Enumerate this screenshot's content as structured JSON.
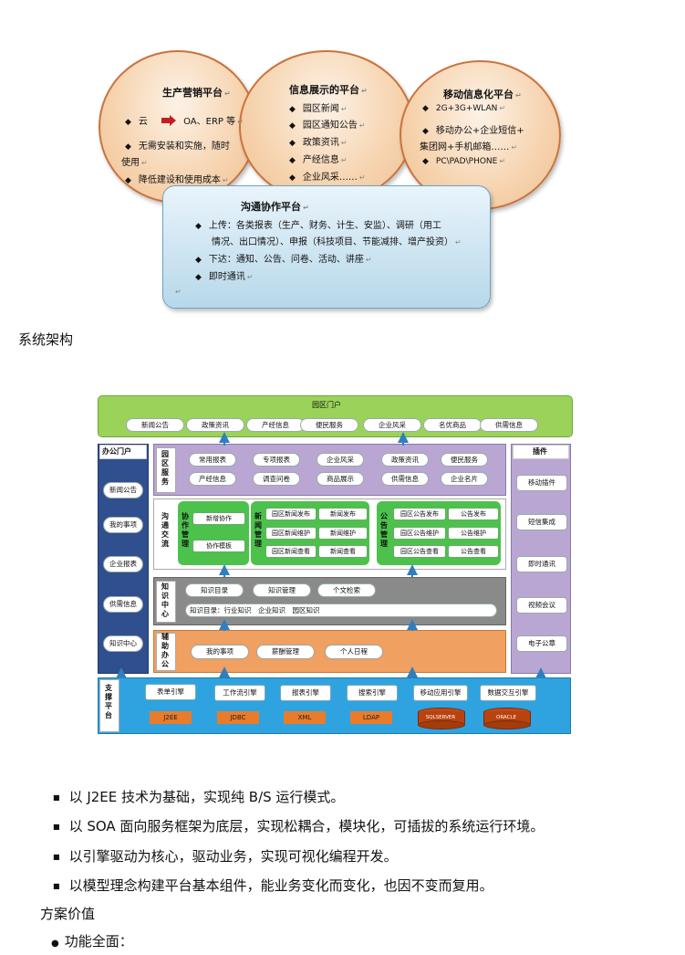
{
  "bubbles": [
    {
      "title": "生产营销平台",
      "lines": [
        "云",
        "OA、ERP 等",
        "无需安装和实施，随时",
        "使用",
        "降低建设和使用成本"
      ]
    },
    {
      "title": "信息展示的平台",
      "lines": [
        "园区新闻",
        "园区通知公告",
        "政策资讯",
        "产经信息",
        "企业风采……"
      ]
    },
    {
      "title": "移动信息化平台",
      "lines": [
        "2G+3G+WLAN",
        "移动办公+企业短信+",
        "集团网+手机邮箱……",
        "PC\\PAD\\PHONE"
      ]
    }
  ],
  "collab": {
    "title": "沟通协作平台",
    "lines": [
      "上传：各类报表（生产、财务、计生、安监）、调研（用工",
      "情况、出口情况）、申报（科技项目、节能减排、增产投资）",
      "下达：通知、公告、问卷、活动、讲座",
      "即时通讯"
    ]
  },
  "section_title": "系统架构",
  "arch": {
    "portal": {
      "title": "园区门户",
      "items": [
        "新闻公告",
        "政策资讯",
        "产经信息",
        "便民服务",
        "企业风采",
        "名优商品",
        "供需信息"
      ]
    },
    "office": {
      "title": "办公门户",
      "items": [
        "新闻公告",
        "我的事项",
        "企业报表",
        "供需信息",
        "知识中心"
      ]
    },
    "plugin": {
      "title": "插件",
      "items": [
        "移动插件",
        "短信集成",
        "即时通讯",
        "视频会议",
        "电子公章"
      ]
    },
    "park": {
      "label": "园区服务",
      "items": [
        "常用报表",
        "专项报表",
        "企业风采",
        "政策资讯",
        "便民服务",
        "产经信息",
        "调查问卷",
        "商品展示",
        "供需信息",
        "企业名片"
      ]
    },
    "comm": {
      "label": "沟通交流",
      "collab_label": "协作管理",
      "collab_items": [
        "新增协作",
        "协作模板"
      ],
      "news_label": "新闻管理",
      "news_items": [
        "园区新闻发布",
        "新闻发布",
        "园区新闻维护",
        "新闻维护",
        "园区新闻查看",
        "新闻查看"
      ],
      "notice_label": "公告管理",
      "notice_items": [
        "园区公告发布",
        "公告发布",
        "园区公告维护",
        "公告维护",
        "园区公告查看",
        "公告查看"
      ]
    },
    "knowledge": {
      "label": "知识中心",
      "items": [
        "知识目录",
        "知识管理",
        "个文检索"
      ],
      "bar": "知识目录：行业知识　企业知识　园区知识"
    },
    "assist": {
      "label": "辅助办公",
      "items": [
        "我的事项",
        "薪酬管理",
        "个人日程"
      ]
    },
    "support": {
      "label": "支撑平台",
      "engines": [
        "表单引擎",
        "工作流引擎",
        "报表引擎",
        "搜索引擎",
        "移动应用引擎",
        "数据交互引擎"
      ],
      "tech": [
        "J2EE",
        "JDBC",
        "XML",
        "LDAP"
      ],
      "dbs": [
        "SQLSERVER",
        "ORACLE"
      ]
    }
  },
  "bullets": [
    "以 J2EE 技术为基础，实现纯 B/S 运行模式。",
    "以 SOA 面向服务框架为底层，实现松耦合，模块化，可插拔的系统运行环境。",
    "以引擎驱动为核心，驱动业务，实现可视化编程开发。",
    "以模型理念构建平台基本组件，能业务变化而变化，也因不变而复用。"
  ],
  "value_title": "方案价值",
  "value_item": "功能全面：",
  "colors": {
    "portal": "#9bd35a",
    "purple": "#b9a6d3",
    "green": "#4cc24c",
    "gray": "#8a8a8a",
    "orange": "#f0a060",
    "blue": "#2fa3e0",
    "navy": "#2f4f8f"
  }
}
